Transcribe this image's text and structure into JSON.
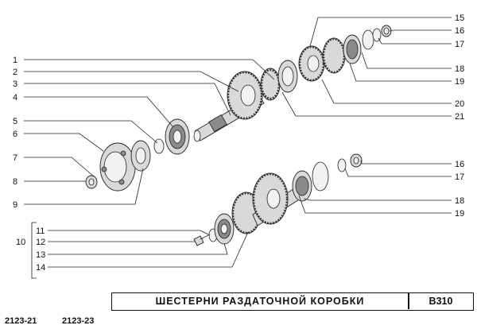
{
  "diagram": {
    "group_label": "10",
    "callouts": [
      "1",
      "2",
      "3",
      "4",
      "5",
      "6",
      "7",
      "8",
      "9",
      "11",
      "12",
      "13",
      "14",
      "15",
      "16",
      "17",
      "18",
      "19",
      "20",
      "21",
      "16",
      "17",
      "18",
      "19"
    ]
  },
  "footer": {
    "title": "ШЕСТЕРНИ   РАЗДАТОЧНОЙ   КОРОБКИ",
    "code": "B310",
    "models": [
      "2123-21",
      "2123-23"
    ]
  }
}
